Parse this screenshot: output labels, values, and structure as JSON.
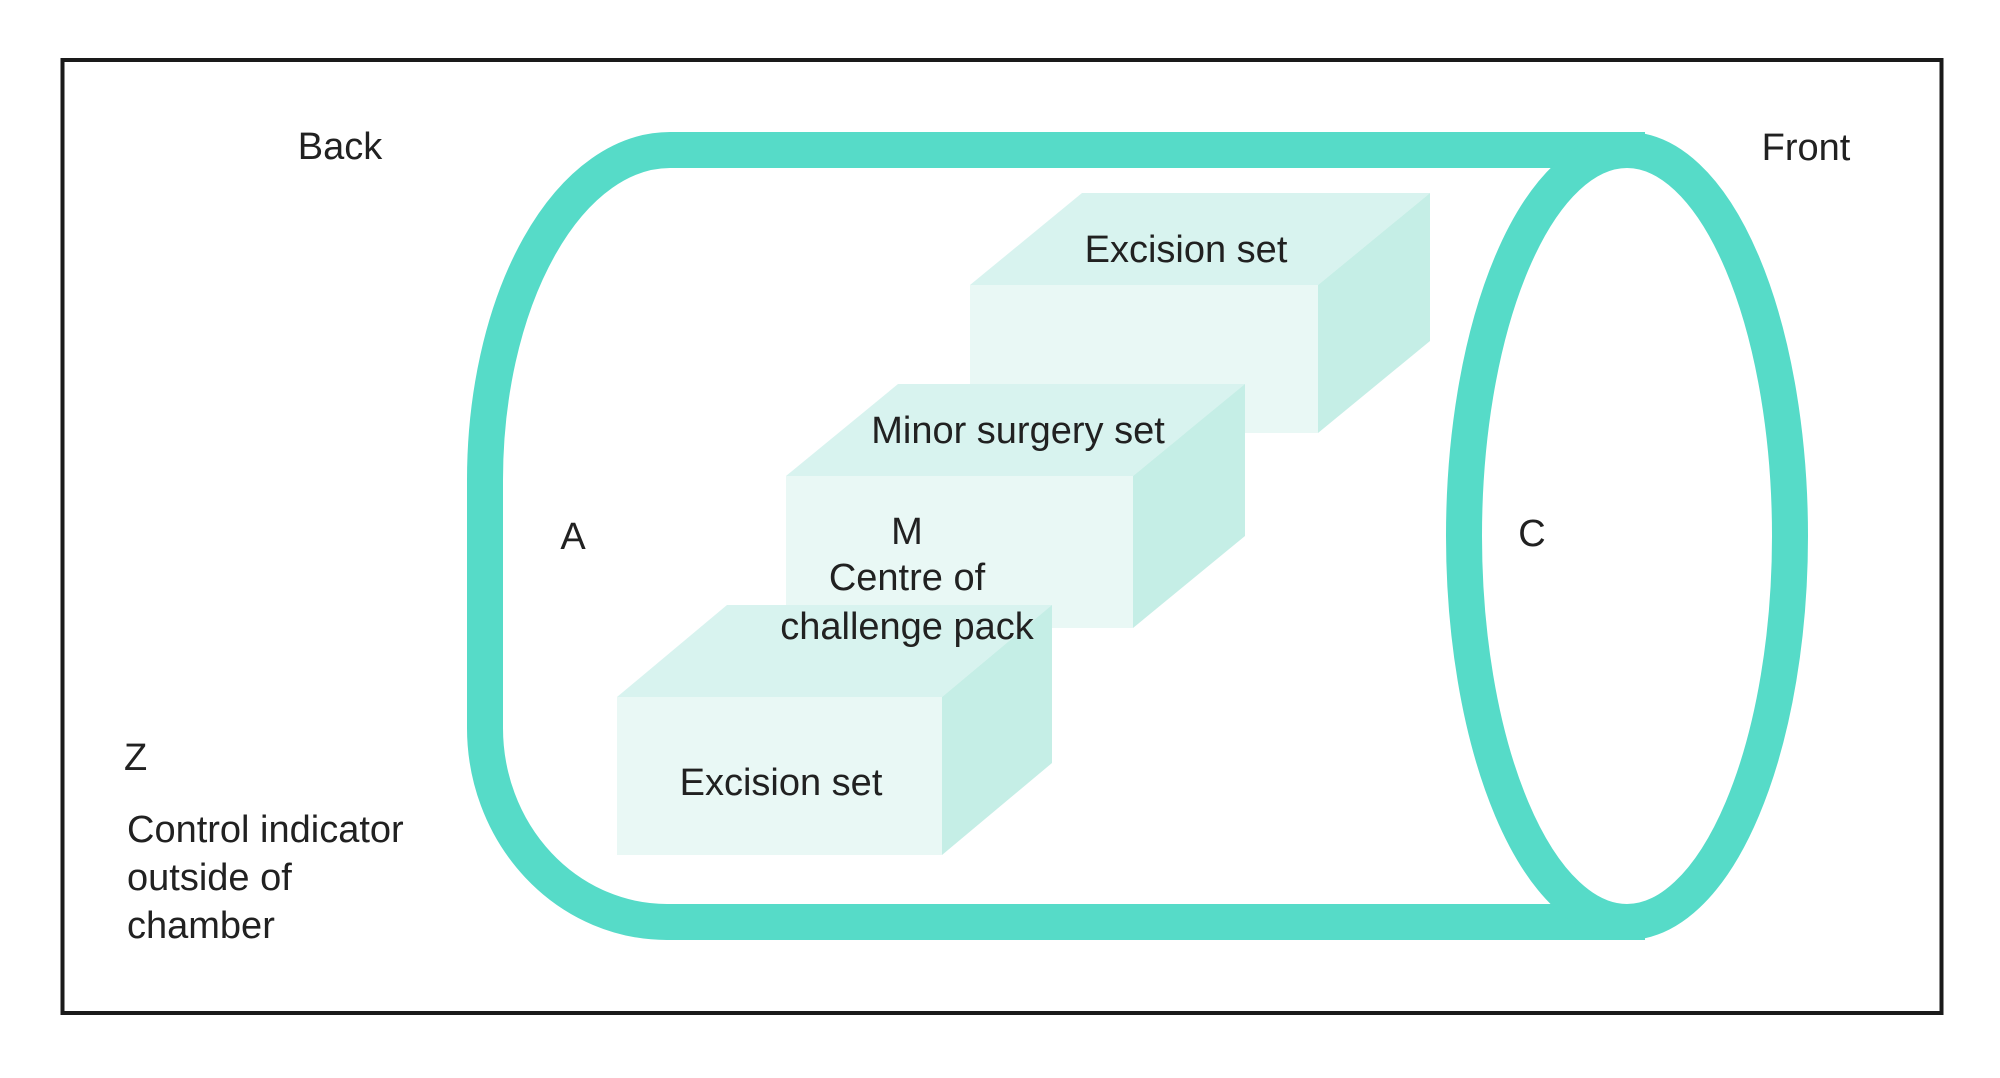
{
  "figure": {
    "orientation_labels": {
      "back": "Back",
      "front": "Front"
    },
    "measurement_points": {
      "a": "A",
      "m": "M",
      "c": "C",
      "z": "Z"
    },
    "packs": {
      "top_box_label": "Excision set",
      "middle_box_label": "Minor surgery set",
      "bottom_box_label": "Excision set"
    },
    "m_caption": {
      "line1": "Centre of",
      "line2": "challenge pack"
    },
    "z_caption": {
      "line1": "Control indicator",
      "line2": "outside of",
      "line3": "chamber"
    },
    "colors": {
      "chamber_outline": "#56dbc8",
      "pack_top_face": "#d8f3ef",
      "pack_front_face": "#e9f8f5",
      "pack_side_face": "#c5eee6"
    }
  }
}
